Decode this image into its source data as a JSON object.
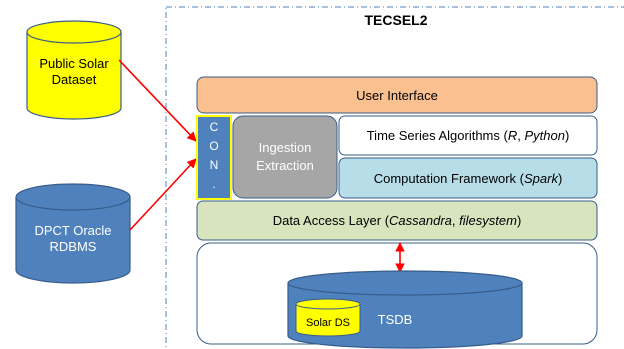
{
  "diagram": {
    "system_title": "TECSEL2",
    "public_dataset": {
      "line1": "Public Solar",
      "line2": "Dataset"
    },
    "rdbms": {
      "line1": "DPCT Oracle",
      "line2": "RDBMS"
    },
    "connector": {
      "chars": [
        "C",
        "O",
        "N",
        "."
      ]
    },
    "user_interface": "User Interface",
    "ingestion": {
      "line1": "Ingestion",
      "line2": "Extraction"
    },
    "time_series": {
      "prefix": "Time Series Algorithms (",
      "lang1": "R",
      "sep": ", ",
      "lang2": "Python",
      "suffix": ")"
    },
    "computation": {
      "prefix": "Computation Framework (",
      "name": "Spark",
      "suffix": ")"
    },
    "data_access": {
      "prefix": "Data Access Layer (",
      "name1": "Cassandra",
      "sep": ", ",
      "name2": "filesystem",
      "suffix": ")"
    },
    "tsdb": "TSDB",
    "solar_ds": "Solar DS"
  },
  "colors": {
    "user_interface_fill": "#fac090",
    "ingestion_fill": "#a6a6a6",
    "computation_fill": "#b7dde8",
    "data_access_fill": "#d7e4bd",
    "connector_fill": "#4f81bd",
    "connector_border": "#ffff00",
    "public_dataset_fill": "#ffff00",
    "rdbms_fill": "#4f81bd",
    "tsdb_fill": "#4f81bd",
    "layer_border": "#385d8a",
    "arrow_color": "#ff0000",
    "system_boundary": "#4f81bd"
  },
  "icons": {
    "arrowhead": "arrowhead-icon"
  }
}
